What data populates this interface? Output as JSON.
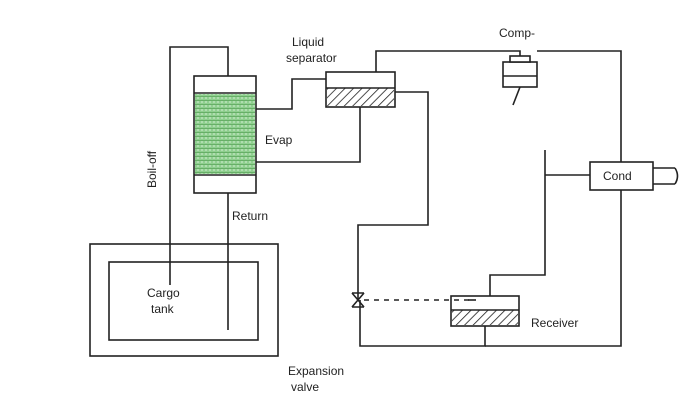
{
  "labels": {
    "liquid_separator_1": "Liquid",
    "liquid_separator_2": "separator",
    "compressor": "Comp-",
    "evaporator": "Evap",
    "boil_off": "Boil-off",
    "return": "Return",
    "condenser": "Cond",
    "cargo_tank_1": "Cargo",
    "cargo_tank_2": "tank",
    "receiver": "Receiver",
    "expansion_valve_1": "Expansion",
    "expansion_valve_2": "valve"
  },
  "colors": {
    "line": "#222222",
    "evap_fill": "#6ab56a",
    "hatch": "#222222",
    "background": "#ffffff"
  }
}
